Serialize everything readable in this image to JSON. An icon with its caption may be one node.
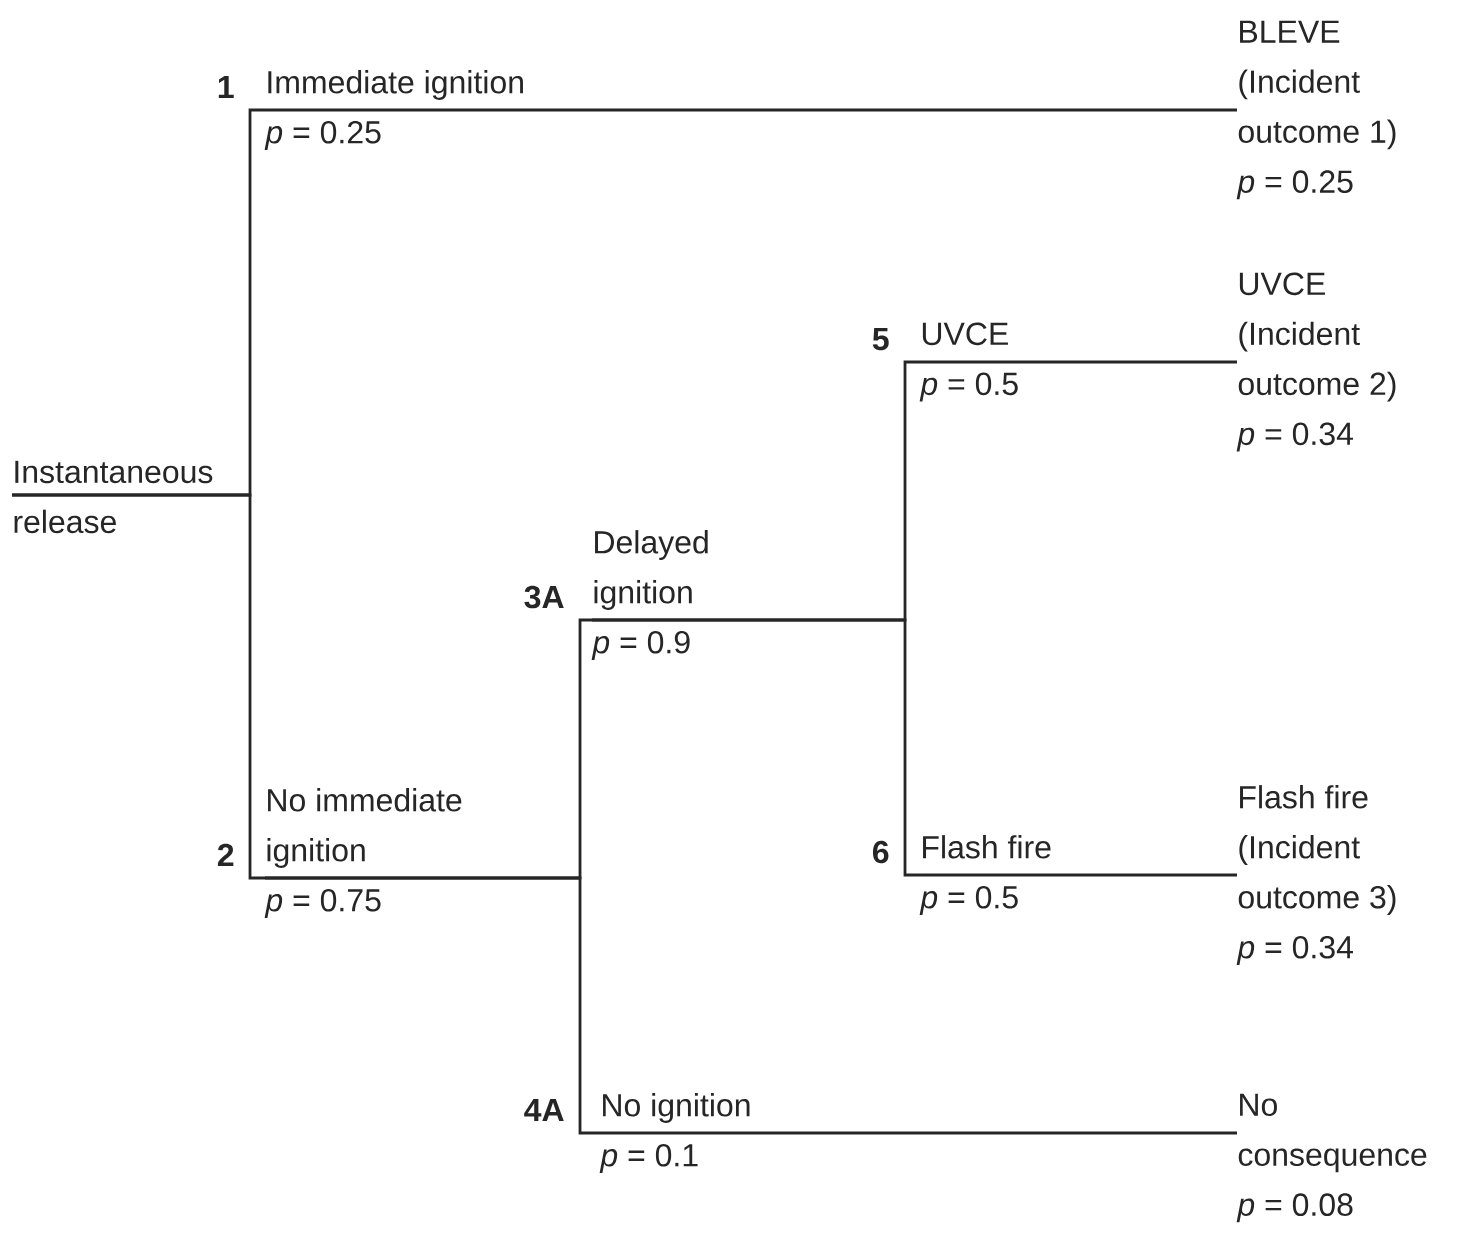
{
  "diagram": {
    "nodes": [
      {
        "text": [
          "Instantaneous release"
        ]
      },
      {
        "text": [
          "Immediate ignition",
          "*p* = 0.25"
        ],
        "beside": [
          "1"
        ]
      },
      {
        "text": [
          "No immediate ignition",
          "*p* = 0.75"
        ],
        "beside": [
          "2"
        ]
      },
      {
        "text": [
          "Delayed ignition",
          "*p* = 0.9"
        ],
        "beside": [
          "3A"
        ]
      },
      {
        "text": [
          "No ignition",
          "*p* = 0.1"
        ],
        "beside": [
          "4A"
        ]
      },
      {
        "text": [
          "UVCE",
          "*p* = 0.5"
        ],
        "beside": [
          "5"
        ]
      },
      {
        "text": [
          "Flash fire",
          "*p* = 0.5"
        ],
        "beside": [
          "6"
        ]
      },
      {
        "text": [
          "BLEVE (Incident outcome 1)",
          "*p* = 0.25"
        ]
      },
      {
        "text": [
          "UVCE (Incident outcome 2)",
          "*p* = 0.34"
        ]
      },
      {
        "text": [
          "Flash fire (Incident outcome 3)",
          "*p* = 0.34"
        ]
      },
      {
        "text": [
          "No consequence",
          "*p* = 0.08"
        ]
      }
    ],
    "edges": [
      {
        "from": 0,
        "to": 1,
        "arrow": "none"
      },
      {
        "from": 0,
        "to": 2,
        "arrow": "none"
      },
      {
        "from": 1,
        "to": 7,
        "arrow": "none"
      },
      {
        "from": 2,
        "to": 3,
        "arrow": "none"
      },
      {
        "from": 2,
        "to": 4,
        "arrow": "none"
      },
      {
        "from": 3,
        "to": 5,
        "arrow": "none"
      },
      {
        "from": 3,
        "to": 6,
        "arrow": "none"
      },
      {
        "from": 5,
        "to": 8,
        "arrow": "none"
      },
      {
        "from": 6,
        "to": 9,
        "arrow": "none"
      },
      {
        "from": 4,
        "to": 10,
        "arrow": "none"
      }
    ]
  }
}
